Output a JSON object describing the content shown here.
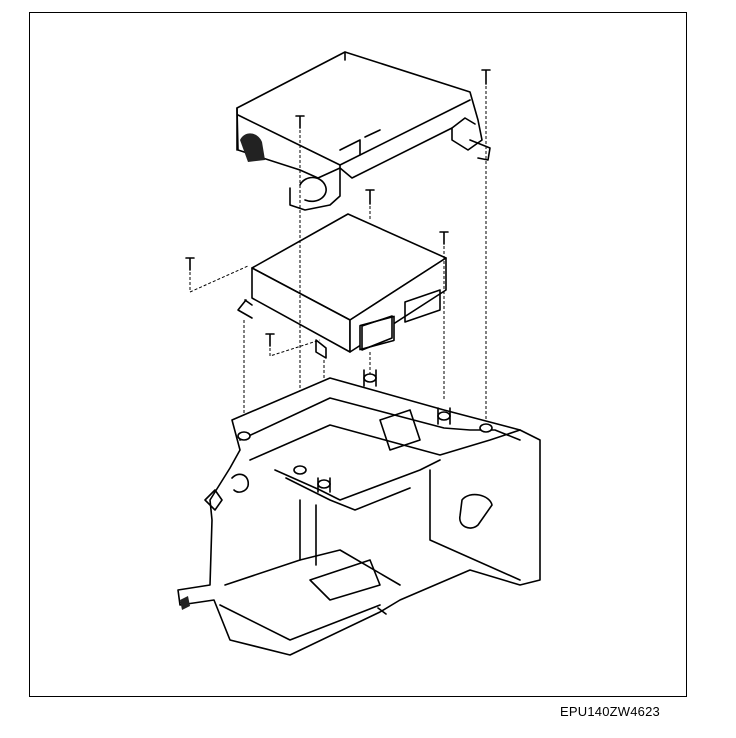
{
  "figure_code": "EPU140ZW4623",
  "parts": [
    {
      "name": "cover",
      "icon": "cover-bracket-icon"
    },
    {
      "name": "control-unit",
      "icon": "control-module-icon"
    },
    {
      "name": "mounting-bracket",
      "icon": "mounting-bracket-icon"
    },
    {
      "name": "screws",
      "icon": "screw-icon"
    }
  ]
}
